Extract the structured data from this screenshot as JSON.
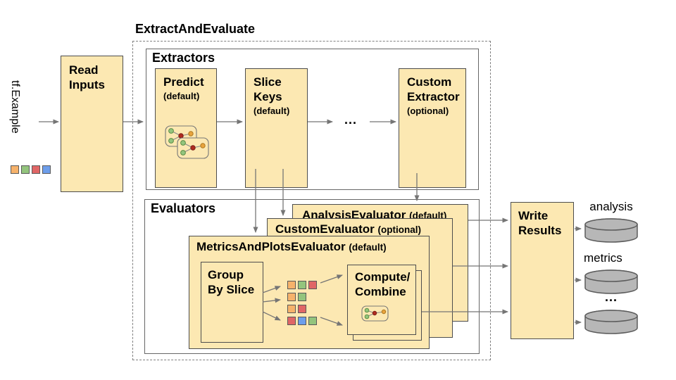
{
  "title": "ExtractAndEvaluate",
  "input": {
    "label": "tf.Example"
  },
  "read_inputs": {
    "line1": "Read",
    "line2": "Inputs"
  },
  "extractors": {
    "heading": "Extractors",
    "predict": {
      "title": "Predict",
      "qualifier": "(default)"
    },
    "slice_keys": {
      "line1": "Slice",
      "line2": "Keys",
      "qualifier": "(default)"
    },
    "ellipsis": "...",
    "custom_extractor": {
      "line1": "Custom",
      "line2": "Extractor",
      "qualifier": "(optional)"
    }
  },
  "evaluators": {
    "heading": "Evaluators",
    "analysis_evaluator": {
      "title": "AnalysisEvaluator",
      "qualifier": "(default)"
    },
    "custom_evaluator": {
      "title": "CustomEvaluator",
      "qualifier": "(optional)"
    },
    "metrics_and_plots_evaluator": {
      "title": "MetricsAndPlotsEvaluator",
      "qualifier": "(default)"
    },
    "group_by_slice": {
      "line1": "Group",
      "line2": "By Slice"
    },
    "compute_combine": {
      "line1": "Compute/",
      "line2": "Combine"
    }
  },
  "write_results": {
    "line1": "Write",
    "line2": "Results"
  },
  "outputs": {
    "labels": [
      "analysis",
      "metrics"
    ],
    "ellipsis": "..."
  },
  "palette": {
    "orange": "#F6B26B",
    "green": "#93C47D",
    "red": "#E06666",
    "blue": "#6D9EEB"
  },
  "input_example_swatches": [
    "orange",
    "green",
    "red",
    "blue"
  ],
  "sliced_example_rows": [
    [
      "orange",
      "green",
      "red"
    ],
    [
      "orange",
      "green"
    ],
    [
      "orange",
      "red"
    ],
    [
      "red",
      "blue",
      "green"
    ]
  ],
  "colors": {
    "box_fill": "#FCE8B2",
    "box_border": "#4D4D4D",
    "container_border": "#666666",
    "dashed_border": "#808080",
    "arrow": "#757575",
    "cylinder_fill": "#B7B7B7",
    "cylinder_border": "#5B5B5B",
    "text": "#000000"
  }
}
